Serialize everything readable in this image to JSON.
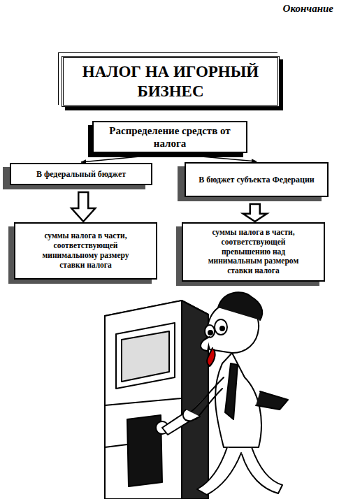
{
  "diagram": {
    "nodes": [
      {
        "text": [
          "НАЛОГ НА ИГОРНЫЙ БИЗНЕС"
        ]
      },
      {
        "text": [
          "Распределение средств от налога"
        ]
      },
      {
        "text": [
          "В федеральный бюджет"
        ]
      },
      {
        "text": [
          "В бюджет субъекта Федерации"
        ]
      },
      {
        "text": [
          "суммы налога в части, соответствующей минимальному размеру ставки налога"
        ]
      },
      {
        "text": [
          "суммы налога в части, соответствующей превышению над минимальным размером ставки налога"
        ]
      }
    ],
    "edges": [
      {
        "from": 1,
        "to": 2,
        "arrow": "to"
      },
      {
        "from": 1,
        "to": 3,
        "arrow": "to"
      },
      {
        "from": 2,
        "to": 4,
        "arrow": "to"
      },
      {
        "from": 3,
        "to": 5,
        "arrow": "to"
      }
    ],
    "labels": [
      "Окончание"
    ]
  }
}
